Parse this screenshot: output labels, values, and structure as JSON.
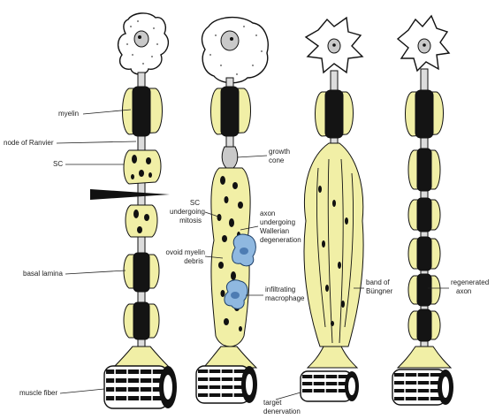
{
  "labels": {
    "myelin": "myelin",
    "node_of_ranvier": "node of Ranvier",
    "sc": "SC",
    "basal_lamina": "basal lamina",
    "muscle_fiber": "muscle fiber",
    "growth_cone_1": "growth",
    "growth_cone_2": "cone",
    "sc_mitosis_1": "SC",
    "sc_mitosis_2": "undergoing",
    "sc_mitosis_3": "mitosis",
    "wallerian_1": "axon",
    "wallerian_2": "undergoing",
    "wallerian_3": "Wallerian",
    "wallerian_4": "degeneration",
    "ovoid_1": "ovoid myelin",
    "ovoid_2": "debris",
    "macrophage_1": "infiltrating",
    "macrophage_2": "macrophage",
    "bungner_1": "band of",
    "bungner_2": "Büngner",
    "regenerated_1": "regenerated",
    "regenerated_2": "axon",
    "target_1": "target",
    "target_2": "denervation"
  },
  "colors": {
    "schwann_cell": "#f1efa6",
    "macrophage": "#8fb8e0",
    "myelin": "#141414",
    "axon": "#dcdcdc"
  }
}
